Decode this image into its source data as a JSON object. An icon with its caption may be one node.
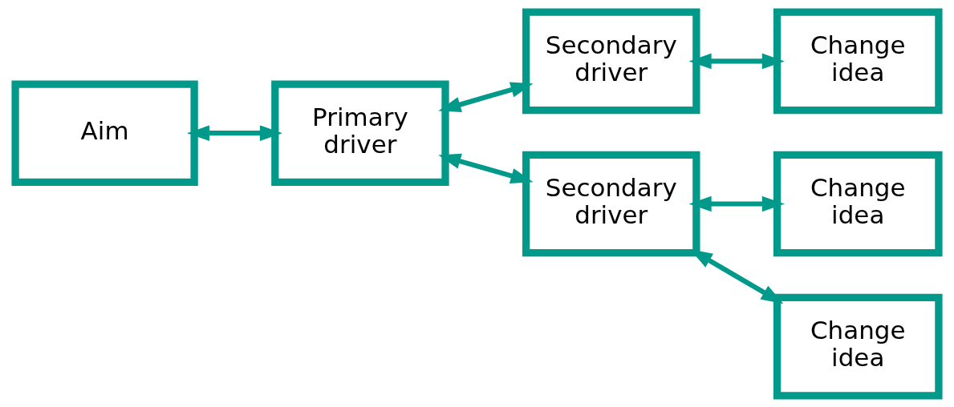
{
  "diagram": {
    "nodes": [
      {
        "text": [
          "Aim"
        ]
      },
      {
        "text": [
          "Primary driver"
        ]
      },
      {
        "text": [
          "Secondary driver"
        ]
      },
      {
        "text": [
          "Secondary driver"
        ]
      },
      {
        "text": [
          "Change idea"
        ]
      },
      {
        "text": [
          "Change idea"
        ]
      },
      {
        "text": [
          "Change idea"
        ]
      }
    ],
    "edges": [
      {
        "from": 0,
        "to": 1,
        "arrow": "both"
      },
      {
        "from": 1,
        "to": 2,
        "arrow": "both"
      },
      {
        "from": 1,
        "to": 3,
        "arrow": "both"
      },
      {
        "from": 2,
        "to": 4,
        "arrow": "both"
      },
      {
        "from": 3,
        "to": 5,
        "arrow": "both"
      },
      {
        "from": 3,
        "to": 6,
        "arrow": "both"
      }
    ]
  }
}
